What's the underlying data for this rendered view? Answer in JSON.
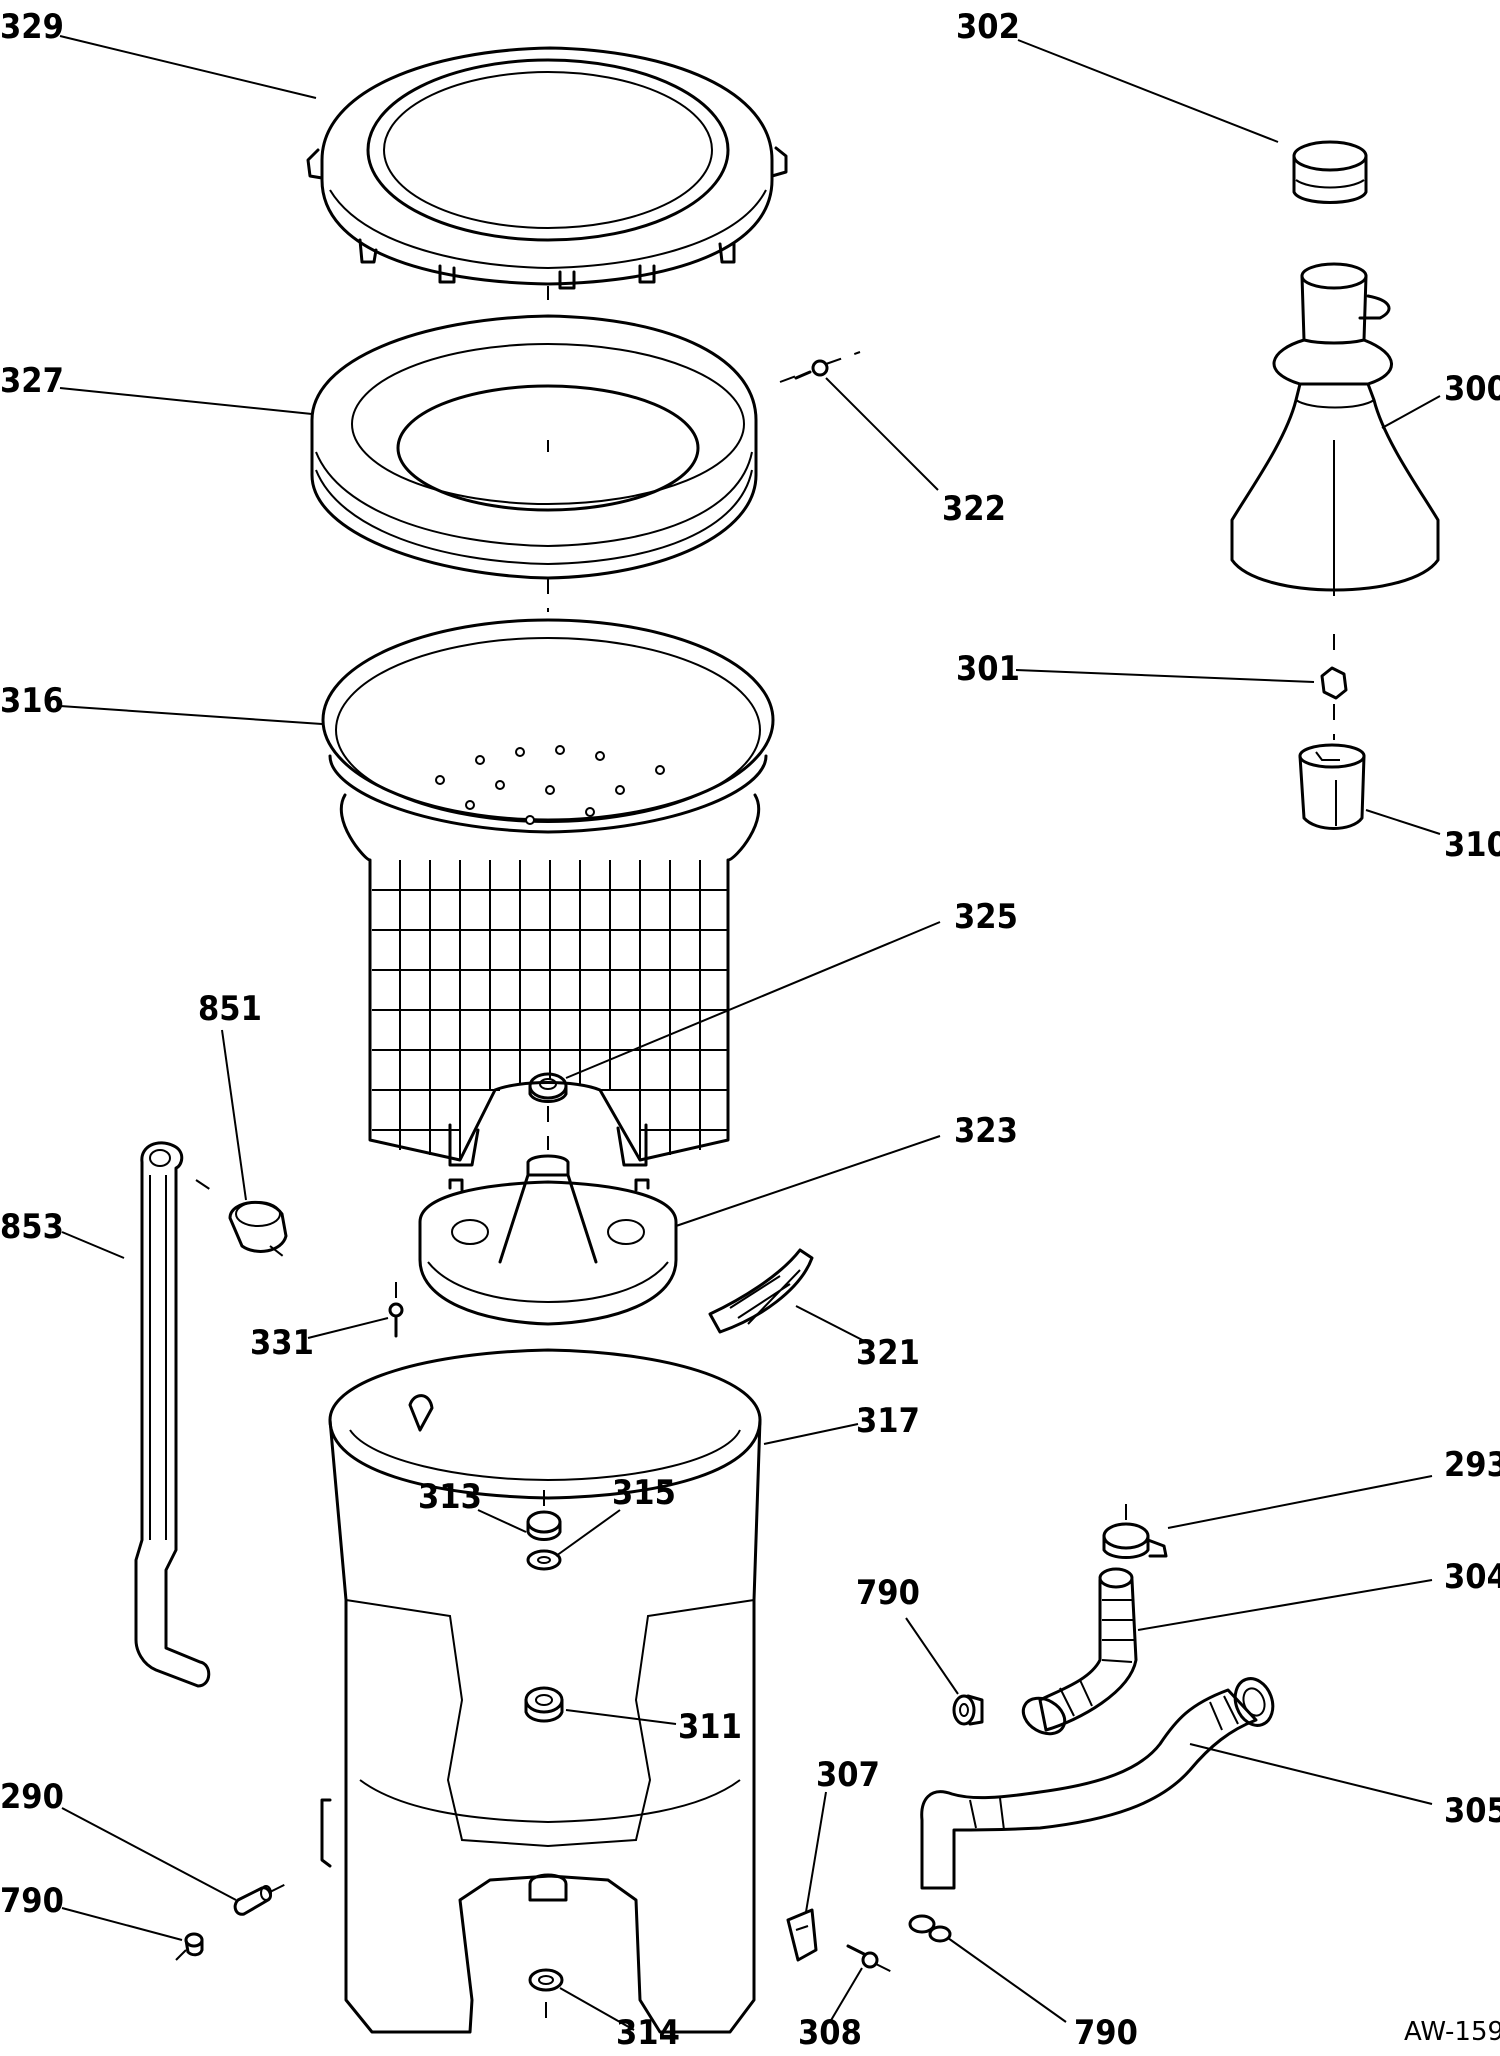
{
  "diagram": {
    "code": "AW-159",
    "labels": [
      {
        "id": "329",
        "text": "329"
      },
      {
        "id": "302",
        "text": "302"
      },
      {
        "id": "327",
        "text": "327"
      },
      {
        "id": "322",
        "text": "322"
      },
      {
        "id": "300",
        "text": "300"
      },
      {
        "id": "316",
        "text": "316"
      },
      {
        "id": "301",
        "text": "301"
      },
      {
        "id": "310",
        "text": "310"
      },
      {
        "id": "325",
        "text": "325"
      },
      {
        "id": "851",
        "text": "851"
      },
      {
        "id": "323",
        "text": "323"
      },
      {
        "id": "853",
        "text": "853"
      },
      {
        "id": "331",
        "text": "331"
      },
      {
        "id": "321",
        "text": "321"
      },
      {
        "id": "317",
        "text": "317"
      },
      {
        "id": "313",
        "text": "313"
      },
      {
        "id": "315",
        "text": "315"
      },
      {
        "id": "293",
        "text": "293"
      },
      {
        "id": "790a",
        "text": "790"
      },
      {
        "id": "304",
        "text": "304"
      },
      {
        "id": "311",
        "text": "311"
      },
      {
        "id": "307",
        "text": "307"
      },
      {
        "id": "305",
        "text": "305"
      },
      {
        "id": "290",
        "text": "290"
      },
      {
        "id": "790b",
        "text": "790"
      },
      {
        "id": "314",
        "text": "314"
      },
      {
        "id": "308",
        "text": "308"
      },
      {
        "id": "790c",
        "text": "790"
      }
    ]
  }
}
